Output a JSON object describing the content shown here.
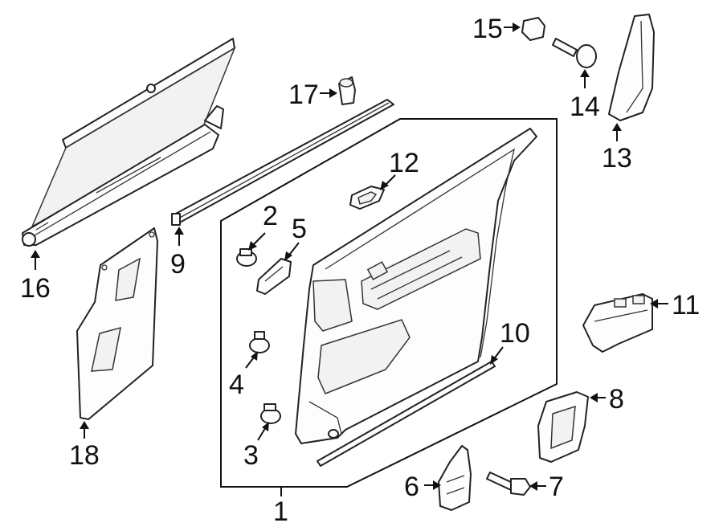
{
  "callouts": [
    {
      "id": "1",
      "text": "1",
      "part": "door-trim-panel"
    },
    {
      "id": "2",
      "text": "2",
      "part": "panel-clip-upper"
    },
    {
      "id": "3",
      "text": "3",
      "part": "panel-clip-lower"
    },
    {
      "id": "4",
      "text": "4",
      "part": "panel-clip-middle"
    },
    {
      "id": "5",
      "text": "5",
      "part": "retainer-clip"
    },
    {
      "id": "6",
      "text": "6",
      "part": "handle-bracket"
    },
    {
      "id": "7",
      "text": "7",
      "part": "mounting-bolt"
    },
    {
      "id": "8",
      "text": "8",
      "part": "handle-bezel"
    },
    {
      "id": "9",
      "text": "9",
      "part": "belt-weatherstrip"
    },
    {
      "id": "10",
      "text": "10",
      "part": "lower-seal-strip"
    },
    {
      "id": "11",
      "text": "11",
      "part": "window-switch"
    },
    {
      "id": "12",
      "text": "12",
      "part": "lock-knob-bezel"
    },
    {
      "id": "13",
      "text": "13",
      "part": "pillar-trim"
    },
    {
      "id": "14",
      "text": "14",
      "part": "push-pin-retainer"
    },
    {
      "id": "15",
      "text": "15",
      "part": "clip-nut"
    },
    {
      "id": "16",
      "text": "16",
      "part": "sun-shade"
    },
    {
      "id": "17",
      "text": "17",
      "part": "shade-hook"
    },
    {
      "id": "18",
      "text": "18",
      "part": "water-deflector"
    }
  ]
}
